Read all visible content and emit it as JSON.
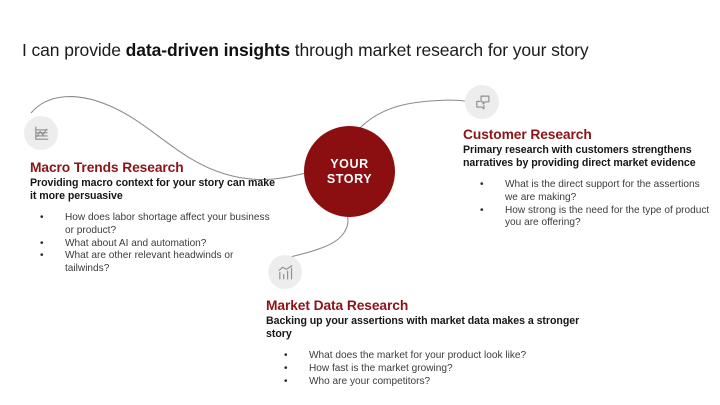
{
  "title": {
    "before": "I can provide ",
    "emphasis": "data-driven insights",
    "after": " through market research for your story"
  },
  "center": {
    "line1": "YOUR",
    "line2": "STORY",
    "color": "#8b0e11"
  },
  "colors": {
    "heading_red": "#8b1418",
    "center_red": "#8b0e11",
    "bubble_gray": "#ededed",
    "connector_gray": "#8a8a8a",
    "body_text": "#3c3c3c"
  },
  "bullet_glyph": "•",
  "branches": [
    {
      "id": "macro",
      "icon": "line-chart-icon",
      "title": "Macro Trends Research",
      "subtitle": "Providing macro context for your story can make it more persuasive",
      "bullets": [
        "How does labor shortage affect your business or product?",
        "What about AI and automation?",
        "What are other relevant headwinds or tailwinds?"
      ]
    },
    {
      "id": "customer",
      "icon": "chat-bubbles-icon",
      "title": "Customer Research",
      "subtitle": "Primary research with customers strengthens narratives by providing direct market evidence",
      "bullets": [
        "What is the direct support for the assertions we are making?",
        "How strong is the need for the type of product you are offering?"
      ]
    },
    {
      "id": "market",
      "icon": "bar-chart-trend-icon",
      "title": "Market Data Research",
      "subtitle": "Backing up your assertions with market data makes a stronger story",
      "bullets": [
        "What does the market for your product look like?",
        "How fast is the market growing?",
        "Who are your competitors?"
      ]
    }
  ]
}
